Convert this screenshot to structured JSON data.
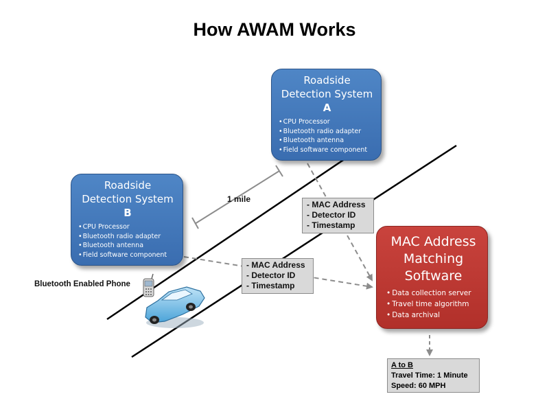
{
  "title": "How AWAM Works",
  "system_a": {
    "title_line1": "Roadside",
    "title_line2": "Detection System",
    "letter": "A",
    "bullets": [
      "CPU Processor",
      "Bluetooth radio adapter",
      "Bluetooth antenna",
      "Field software component"
    ]
  },
  "system_b": {
    "title_line1": "Roadside",
    "title_line2": "Detection System",
    "letter": "B",
    "bullets": [
      "CPU Processor",
      "Bluetooth radio adapter",
      "Bluetooth antenna",
      "Field software component"
    ]
  },
  "distance_label": "1 mile",
  "info_a": [
    "- MAC Address",
    "- Detector ID",
    "- Timestamp"
  ],
  "info_b": [
    "- MAC Address",
    "- Detector ID",
    "- Timestamp"
  ],
  "phone_label": "Bluetooth Enabled Phone",
  "matching": {
    "title_lines": [
      "MAC Address",
      "Matching",
      "Software"
    ],
    "bullets": [
      "Data collection server",
      "Travel time algorithm",
      "Data archival"
    ]
  },
  "result": {
    "heading": "A to B",
    "line1": "Travel Time: 1 Minute",
    "line2": "Speed: 60 MPH"
  },
  "colors": {
    "detection_box": "#4a7fc1",
    "matching_box": "#c0392b",
    "info_box": "#d9d9d9"
  }
}
